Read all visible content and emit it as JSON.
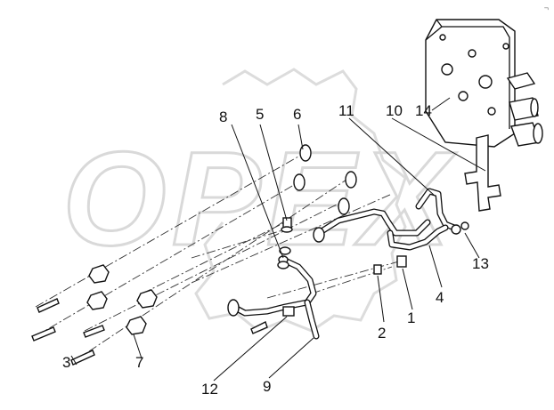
{
  "watermark": {
    "text": "OPEX"
  },
  "corner_mark": "¬",
  "callouts": {
    "c1": "1",
    "c2": "2",
    "c3": "3",
    "c4": "4",
    "c5": "5",
    "c6": "6",
    "c7": "7",
    "c8": "8",
    "c9": "9",
    "c10": "10",
    "c11": "11",
    "c12": "12",
    "c13": "13",
    "c14": "14"
  },
  "colors": {
    "ink": "#111111",
    "watermark": "#d9d9d9",
    "background": "#ffffff"
  }
}
